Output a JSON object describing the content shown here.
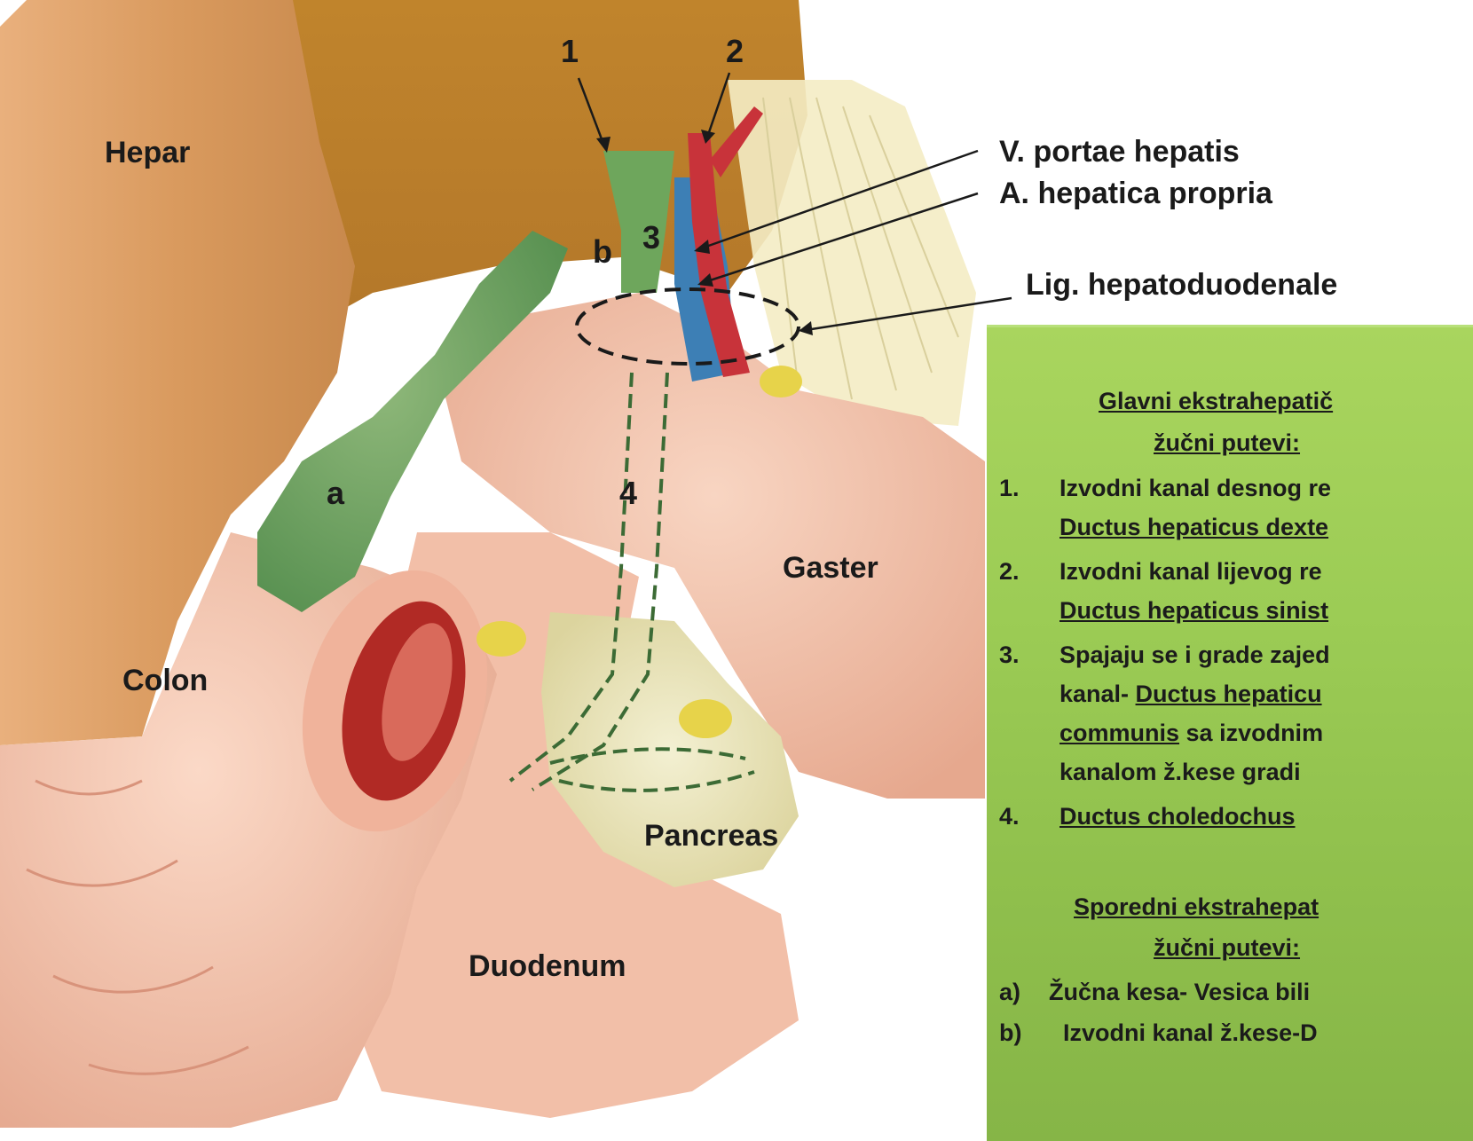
{
  "labels": {
    "n1": "1",
    "n2": "2",
    "n3": "3",
    "n4": "4",
    "a": "a",
    "b": "b",
    "hepar": "Hepar",
    "colon": "Colon",
    "gaster": "Gaster",
    "pancreas": "Pancreas",
    "duodenum": "Duodenum",
    "v_portae": "V. portae hepatis",
    "a_hepatica": "A. hepatica propria",
    "lig": "Lig. hepatoduodenale"
  },
  "info": {
    "main_heading_line1": "Glavni ekstrahepatič",
    "main_heading_line2": "žučni putevi:",
    "items": [
      {
        "marker": "1.",
        "line1": "Izvodni kanal desnog re",
        "line2": "Ductus hepaticus dexte"
      },
      {
        "marker": "2.",
        "line1": "Izvodni kanal lijevog re",
        "line2": "Ductus hepaticus sinist"
      },
      {
        "marker": "3.",
        "line1": "Spajaju se i grade zajed",
        "line2a": "kanal- ",
        "line2b": "Ductus hepaticu",
        "line3a": "communis",
        "line3b": " sa izvodnim",
        "line4": "kanalom ž.kese gradi"
      },
      {
        "marker": "4.",
        "line1": "Ductus choledochus"
      }
    ],
    "secondary_heading_line1": "Sporedni ekstrahepat",
    "secondary_heading_line2": "žučni putevi:",
    "secondary_items": [
      {
        "marker": "a)",
        "text": "Žučna kesa- Vesica bili"
      },
      {
        "marker": "b)",
        "text": "Izvodni kanal ž.kese-D"
      }
    ]
  }
}
